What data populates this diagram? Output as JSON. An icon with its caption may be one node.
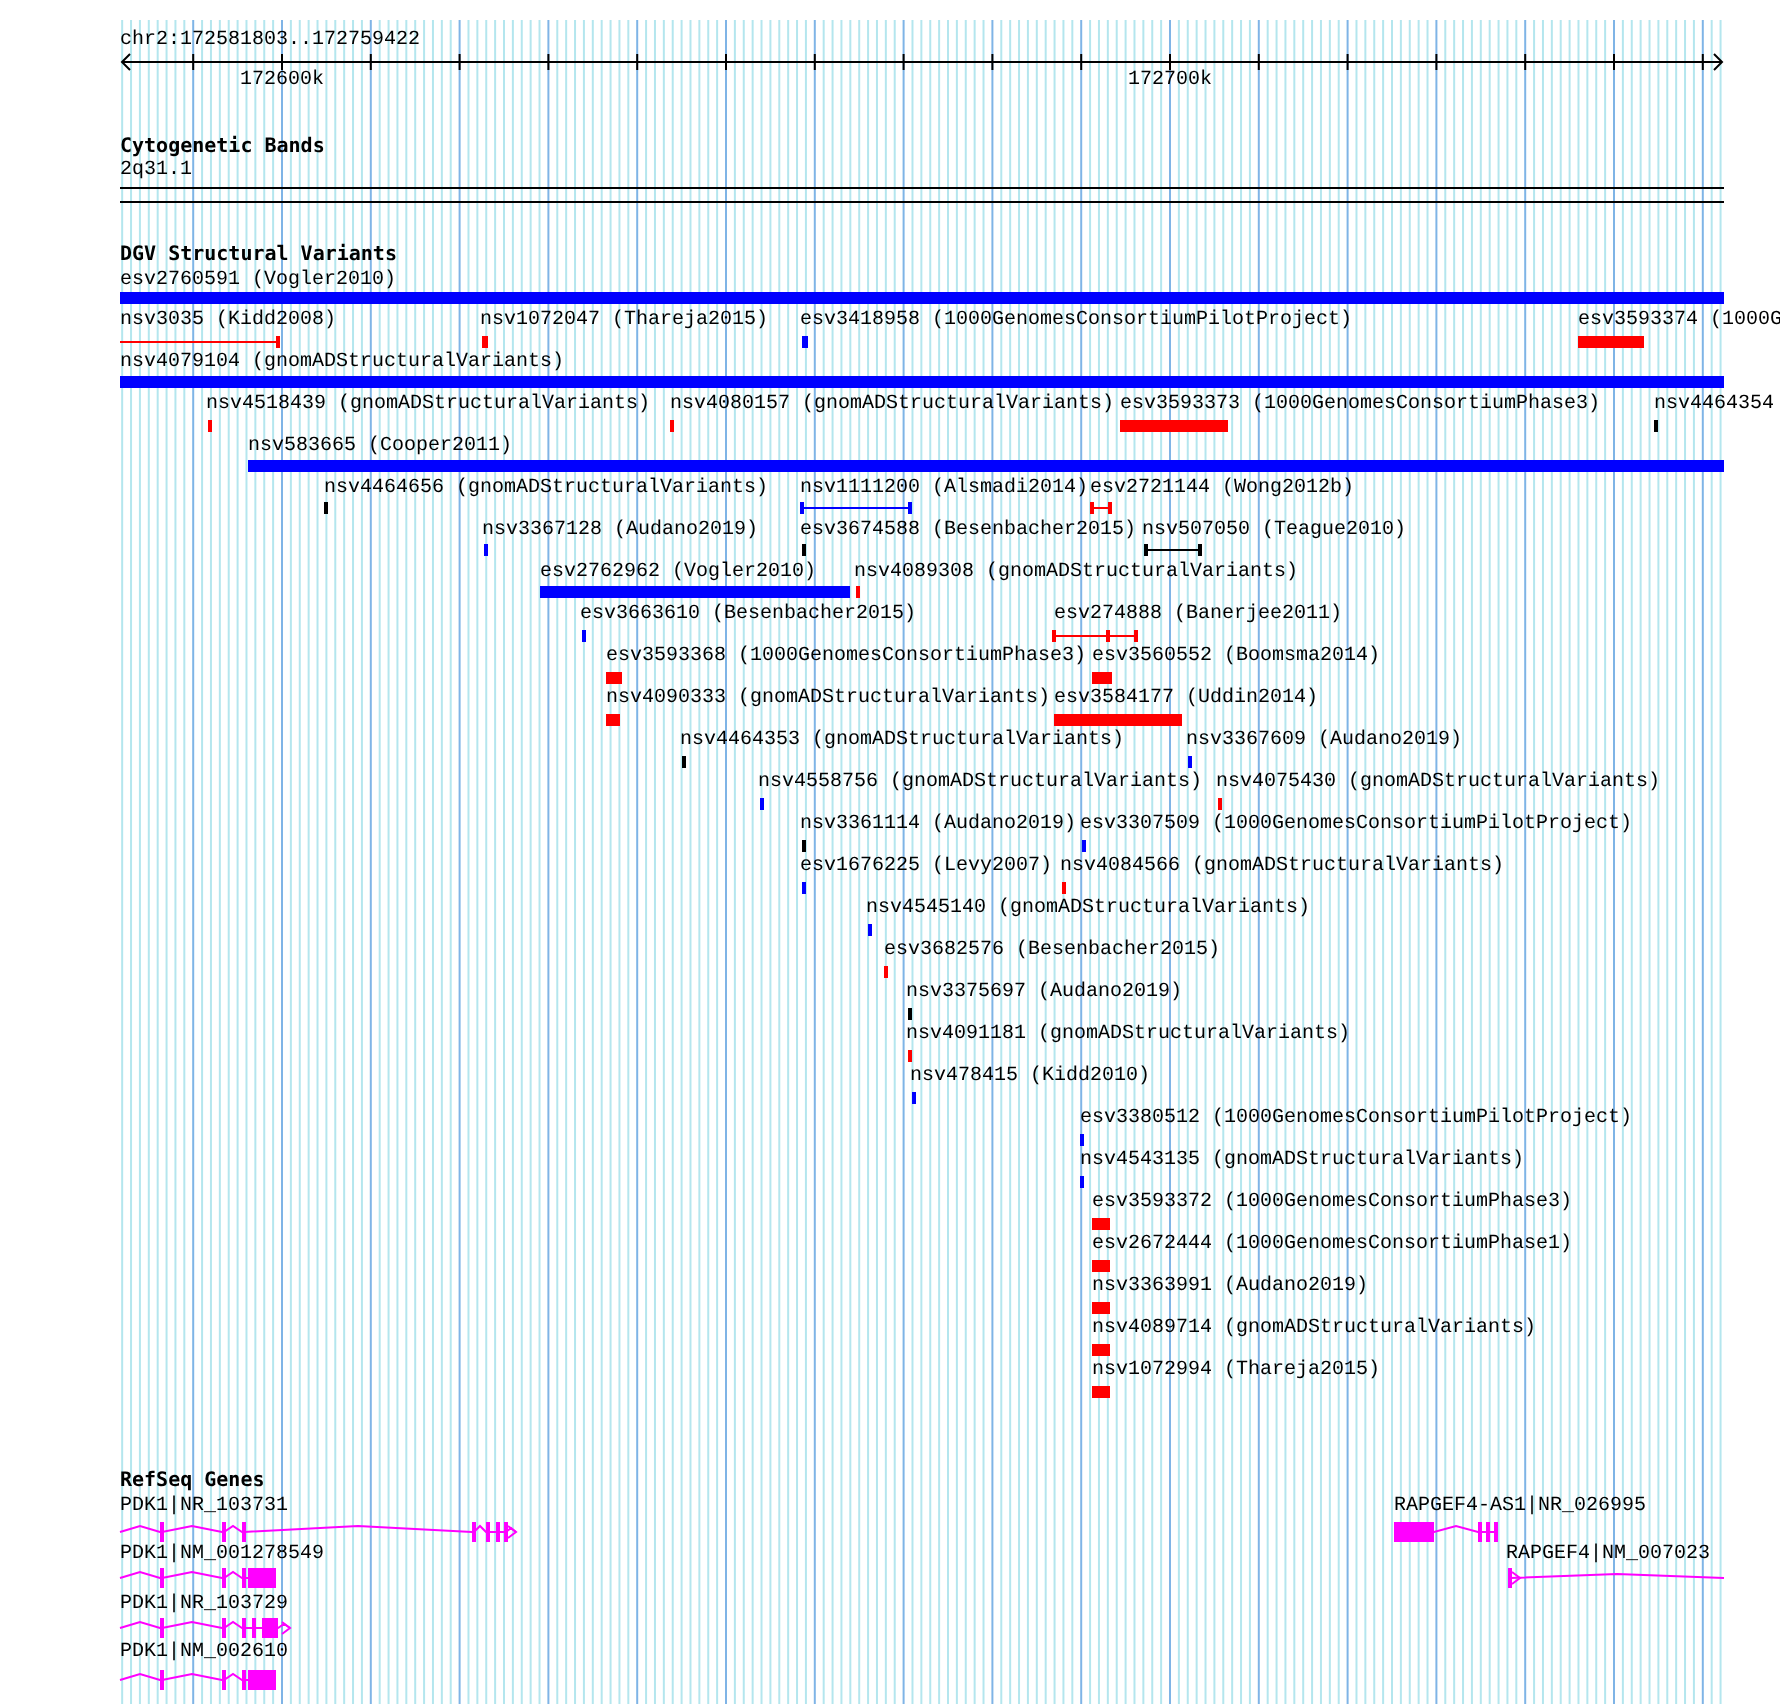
{
  "diagram": {
    "labels": [
      "chr2:172581803..172759422",
      "172600k",
      "172700k",
      "Cytogenetic Bands",
      "2q31.1",
      "DGV Structural Variants",
      "esv2760591 (Vogler2010)",
      "nsv3035 (Kidd2008)",
      "nsv1072047 (Thareja2015)",
      "esv3418958 (1000GenomesConsortiumPilotProject)",
      "esv3593374 (1000G",
      "nsv4079104 (gnomADStructuralVariants)",
      "nsv4518439 (gnomADStructuralVariants)",
      "nsv4080157 (gnomADStructuralVariants)",
      "esv3593373 (1000GenomesConsortiumPhase3)",
      "nsv4464354",
      "nsv583665 (Cooper2011)",
      "nsv4464656 (gnomADStructuralVariants)",
      "nsv1111200 (Alsmadi2014)",
      "esv2721144 (Wong2012b)",
      "nsv3367128 (Audano2019)",
      "esv3674588 (Besenbacher2015)",
      "nsv507050 (Teague2010)",
      "esv2762962 (Vogler2010)",
      "nsv4089308 (gnomADStructuralVariants)",
      "esv3663610 (Besenbacher2015)",
      "esv274888 (Banerjee2011)",
      "esv3593368 (1000GenomesConsortiumPhase3)",
      "esv3560552 (Boomsma2014)",
      "nsv4090333 (gnomADStructuralVariants)",
      "esv3584177 (Uddin2014)",
      "nsv4464353 (gnomADStructuralVariants)",
      "nsv3367609 (Audano2019)",
      "nsv4558756 (gnomADStructuralVariants)",
      "nsv4075430 (gnomADStructuralVariants)",
      "nsv3361114 (Audano2019)",
      "esv3307509 (1000GenomesConsortiumPilotProject)",
      "esv1676225 (Levy2007)",
      "nsv4084566 (gnomADStructuralVariants)",
      "nsv4545140 (gnomADStructuralVariants)",
      "esv3682576 (Besenbacher2015)",
      "nsv3375697 (Audano2019)",
      "nsv4091181 (gnomADStructuralVariants)",
      "nsv478415 (Kidd2010)",
      "esv3380512 (1000GenomesConsortiumPilotProject)",
      "nsv4543135 (gnomADStructuralVariants)",
      "esv3593372 (1000GenomesConsortiumPhase3)",
      "esv2672444 (1000GenomesConsortiumPhase1)",
      "nsv3363991 (Audano2019)",
      "nsv4089714 (gnomADStructuralVariants)",
      "nsv1072994 (Thareja2015)",
      "RefSeq Genes",
      "PDK1|NR_103731",
      "RAPGEF4-AS1|NR_026995",
      "PDK1|NM_001278549",
      "RAPGEF4|NM_007023",
      "PDK1|NR_103729",
      "PDK1|NM_002610"
    ]
  }
}
